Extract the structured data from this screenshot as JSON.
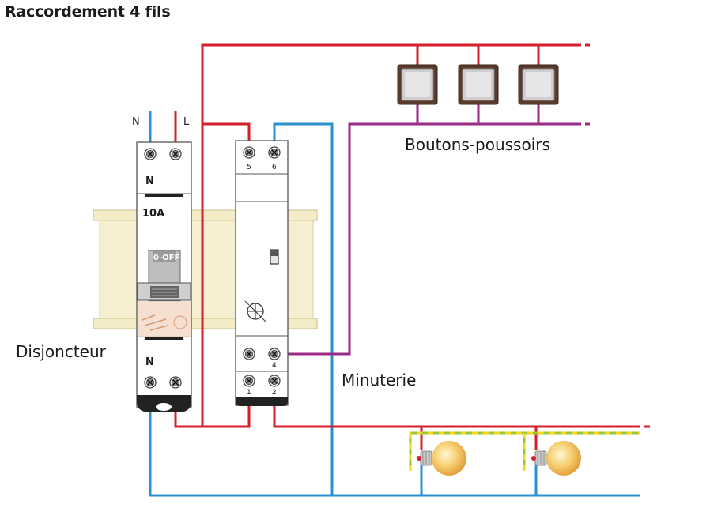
{
  "title": "Raccordement 4 fils",
  "labels": {
    "pushbuttons": "Boutons-poussoirs",
    "breaker": "Disjoncteur",
    "timer": "Minuterie",
    "neutral_top": "N",
    "live_top": "L"
  },
  "breaker": {
    "terminal_top": "N",
    "rating": "10A",
    "switch_text": "0-OFF",
    "terminal_bottom": "N"
  },
  "timer": {
    "terminals": {
      "t5": "5",
      "t6": "6",
      "t4": "4",
      "t1": "1",
      "t2": "2"
    }
  },
  "colors": {
    "phase": "#d4202a",
    "neutral": "#2b8fd0",
    "control": "#9b2a86",
    "earth_green": "#9bc43a",
    "earth_yellow": "#f1d915",
    "rail": "#f3ecc6"
  },
  "icons": {
    "screw": "screw-terminal-icon",
    "pushbutton": "pushbutton-icon",
    "bulb": "light-bulb-icon",
    "dial": "timer-dial-icon"
  }
}
